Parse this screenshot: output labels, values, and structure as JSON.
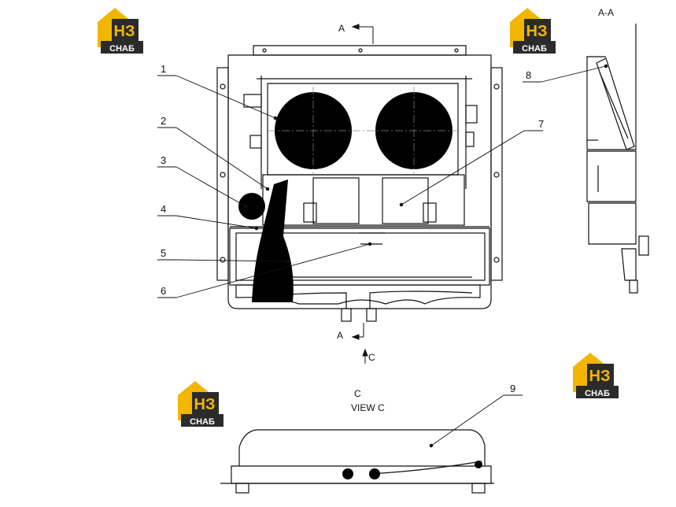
{
  "section_label": "A-A",
  "view_arrow_top": "A",
  "view_arrow_bottom": "A",
  "view_c_arrow": "C",
  "view_c_letter": "C",
  "view_c_title": "VIEW C",
  "callouts": [
    "1",
    "2",
    "3",
    "4",
    "5",
    "6",
    "7",
    "8",
    "9"
  ],
  "logo": {
    "mark": "НЗ",
    "text": "СНАБ",
    "yellow": "#f2b600",
    "dark": "#2b2b2b"
  },
  "colors": {
    "line": "#111111",
    "fill_dark": "#000000",
    "background": "#ffffff"
  }
}
